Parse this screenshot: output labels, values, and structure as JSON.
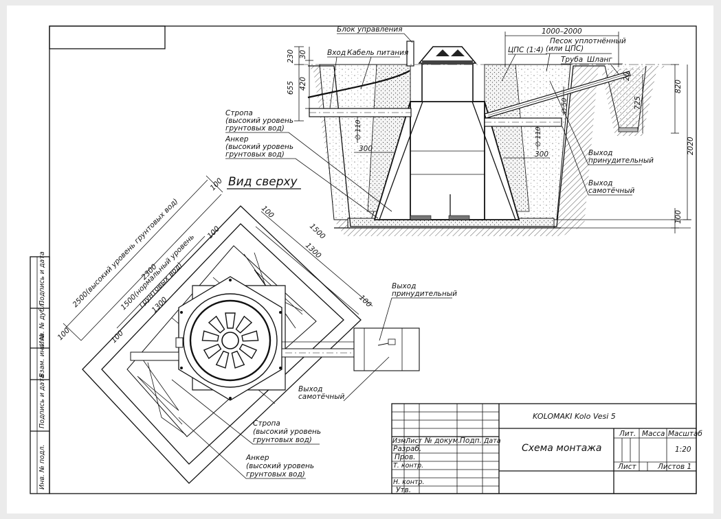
{
  "section": {
    "control_block": "Блок управления",
    "inlet": "Вход",
    "power_cable": "Кабель питания",
    "width_range": "1000–2000",
    "sand": "Песок уплотнённый",
    "sand_alt": "(или ЦПС)",
    "cps": "ЦПС (1:4)",
    "pipe": "Труба",
    "hose": "Шланг",
    "strap": [
      "Стропа",
      "(высокий уровень",
      "грунтовых вод)"
    ],
    "anchor": [
      "Анкер",
      "(высокий уровень",
      "грунтовых вод)"
    ],
    "forced_outlet": [
      "Выход",
      "принудительный"
    ],
    "gravity_outlet": [
      "Выход",
      "самотёчный"
    ],
    "dims": {
      "d230": "230",
      "d30": "30",
      "d655": "655",
      "d420": "420",
      "d110a": "∅ 110",
      "d110b": "∅ 110",
      "d300a": "300",
      "d300b": "300",
      "d50": "∅ 50",
      "d820": "820",
      "d725": "725",
      "d20": "20",
      "d2020": "2020",
      "d100": "100"
    }
  },
  "plan": {
    "title": "Вид сверху",
    "dims": {
      "d2500": "2500(высокий уровень грунтовых вод)",
      "d2300": "2300",
      "d1500n": "1500(нормальный уровень",
      "d1500n2": "грунтовых вод)",
      "d1300a": "1300",
      "d1500": "1500",
      "d1300b": "1300",
      "d100a": "100",
      "d100b": "100",
      "d100c": "100",
      "d100d": "100",
      "d100e": "100",
      "d100f": "100"
    },
    "forced_outlet": [
      "Выход",
      "принудительный"
    ],
    "gravity_outlet": [
      "Выход",
      "самотёчный"
    ],
    "strap": [
      "Стропа",
      "(высокий уровень",
      "грунтовых вод)"
    ],
    "anchor": [
      "Анкер",
      "(высокий уровень",
      "грунтовых вод)"
    ]
  },
  "side_stamp": [
    "Подпись и дата",
    "Инв. № дубл.",
    "Взам. инв. №",
    "Подпись и дата",
    "Инв. № подл."
  ],
  "title_block": {
    "product": "KOLOMAKI Kolo Vesi 5",
    "drawing_title": "Схема монтажа",
    "col_izm": "Изм.",
    "col_list": "Лист",
    "col_doc": "№ докум.",
    "col_sign": "Подп.",
    "col_date": "Дата",
    "razrab": "Разраб.",
    "prov": "Пров.",
    "tkontr": "Т. контр.",
    "nkontr": "Н. контр.",
    "utv": "Утв.",
    "lit": "Лит.",
    "mass": "Масса",
    "scale_label": "Масштаб",
    "scale": "1:20",
    "sheet": "Лист",
    "sheets": "Листов 1"
  }
}
